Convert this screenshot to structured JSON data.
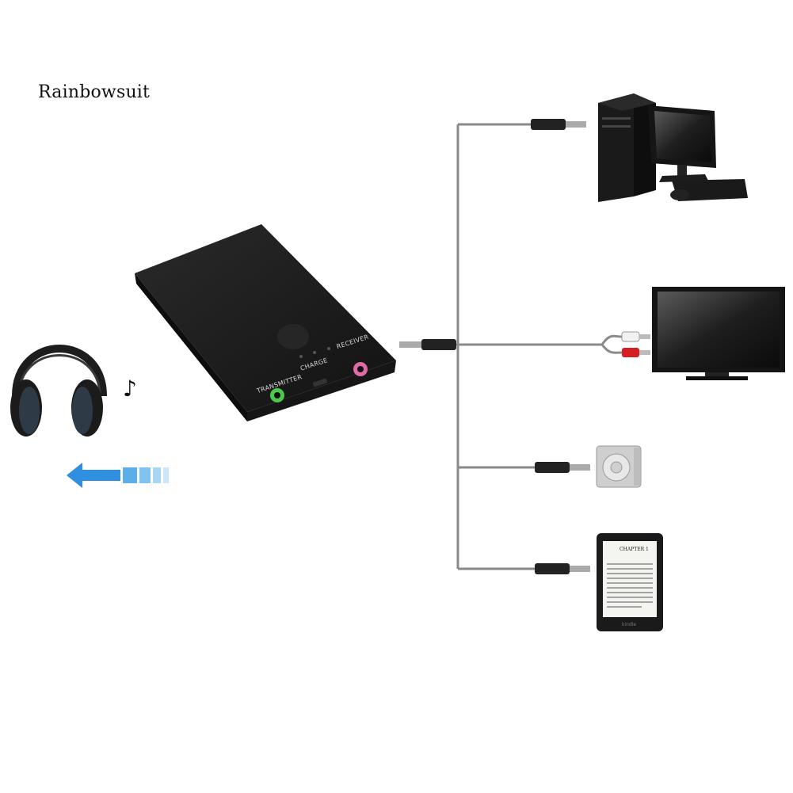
{
  "brand": {
    "watermark": "Rainbowsuit"
  },
  "device": {
    "ports": {
      "transmitter": "TRANSMITTER",
      "charge": "CHARGE",
      "receiver": "RECEIVER"
    }
  },
  "ebook": {
    "chapter": "CHAPTER 1",
    "logo": "kindle"
  },
  "colors": {
    "device_body": "#1a1a1a",
    "transmitter_port": "#4cc94c",
    "receiver_port": "#e06aa6",
    "cable": "#8a8a8a",
    "arrow": "#2f8fe0"
  },
  "icons": {
    "music_note": "♪",
    "rca_white": "rca-white-plug",
    "rca_red": "rca-red-plug"
  }
}
